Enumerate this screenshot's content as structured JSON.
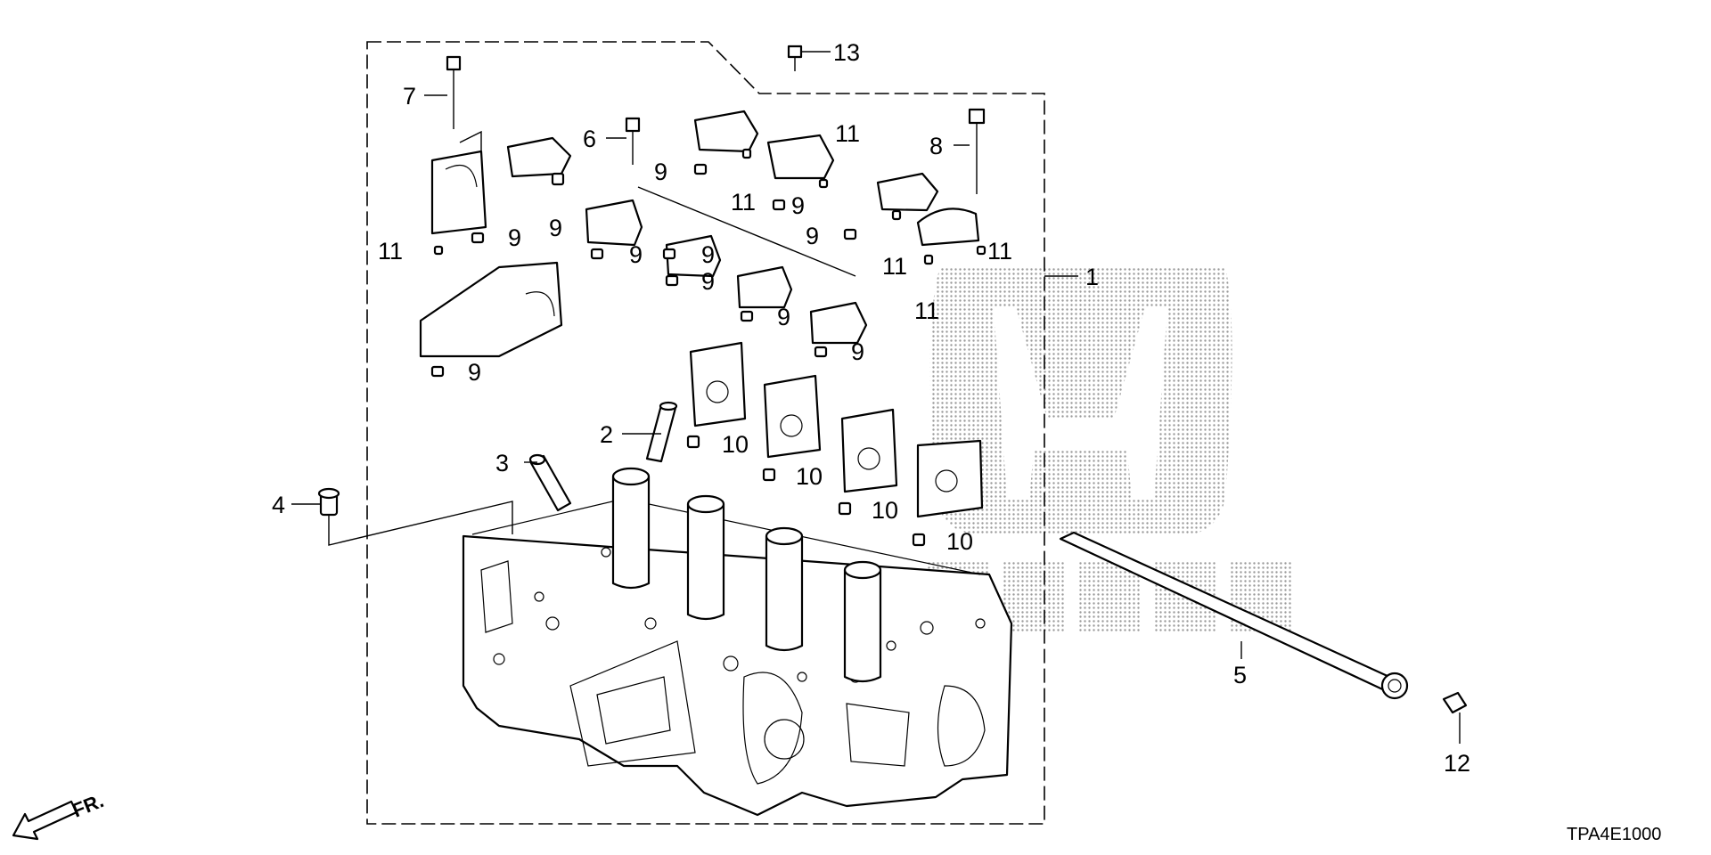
{
  "diagram_code": "TPA4E1000",
  "direction_label": "FR.",
  "watermark_brand": "HONDA",
  "callouts": {
    "c1": "1",
    "c2": "2",
    "c3": "3",
    "c4": "4",
    "c5": "5",
    "c6": "6",
    "c7": "7",
    "c8": "8",
    "c12": "12",
    "c13": "13",
    "c9a": "9",
    "c9b": "9",
    "c9c": "9",
    "c9d": "9",
    "c9e": "9",
    "c9f": "9",
    "c9g": "9",
    "c9h": "9",
    "c9i": "9",
    "c9j": "9",
    "c9k": "9",
    "c10a": "10",
    "c10b": "10",
    "c10c": "10",
    "c10d": "10",
    "c11a": "11",
    "c11b": "11",
    "c11c": "11",
    "c11d": "11",
    "c11e": "11",
    "c11f": "11"
  }
}
